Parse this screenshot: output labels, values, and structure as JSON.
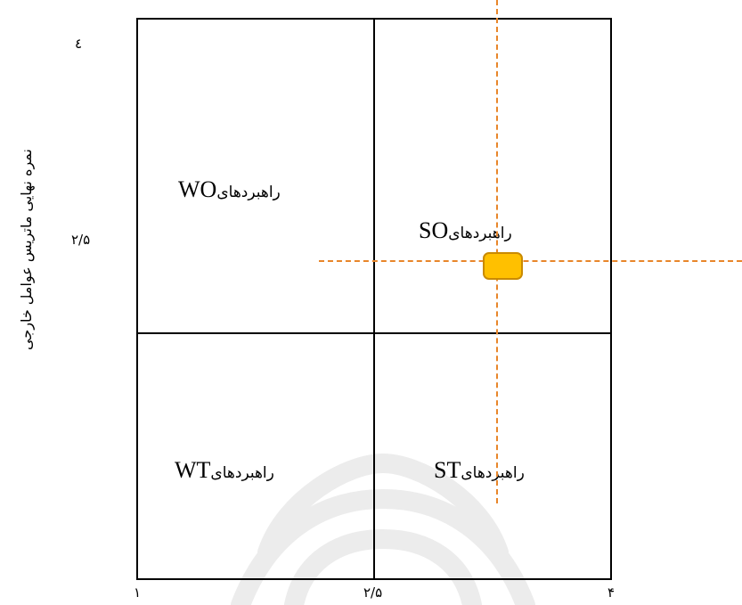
{
  "quadrants": {
    "wo": {
      "code": "WO",
      "word": "راهبردهای"
    },
    "so": {
      "code": "SO",
      "word": "راهبردهای"
    },
    "wt": {
      "code": "WT",
      "word": "راهبردهای"
    },
    "st": {
      "code": "ST",
      "word": "راهبردهای"
    }
  },
  "y_axis": {
    "label": "نمره نهایی ماتریس عوامل خارجی",
    "ticks": {
      "top": "٤",
      "mid": "۲/۵"
    }
  },
  "x_axis": {
    "ticks": {
      "left": "۱",
      "mid": "۲/۵",
      "right": "۴"
    }
  },
  "colors": {
    "grid": "#000000",
    "dashed_lines": "#e8862a",
    "marker_fill": "#ffc000",
    "marker_border": "#c98a00",
    "watermark": "#ececec"
  }
}
